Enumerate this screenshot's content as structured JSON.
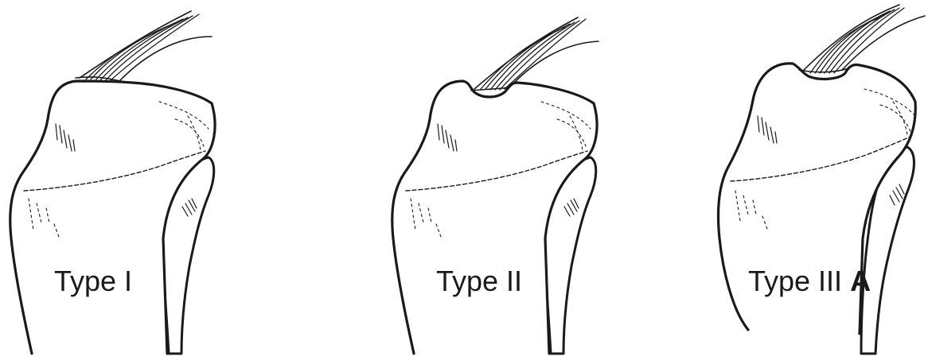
{
  "panels": [
    {
      "label": "Type I"
    },
    {
      "label": "Type II"
    },
    {
      "label_main": "Type III",
      "label_suffix": "A"
    }
  ]
}
